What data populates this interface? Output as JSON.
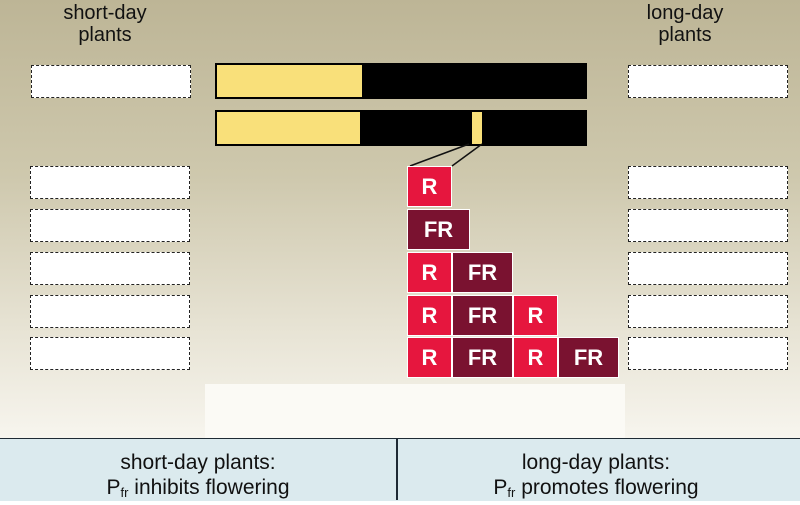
{
  "headers": {
    "left": "short-day\nplants",
    "right": "long-day\nplants"
  },
  "colors": {
    "light": "#f9e07a",
    "dark": "#000000",
    "R": "#e6163e",
    "FR": "#7a1230"
  },
  "pulse_labels": {
    "R": "R",
    "FR": "FR"
  },
  "pulse_rows": [
    [
      "R"
    ],
    [
      "FR"
    ],
    [
      "R",
      "FR"
    ],
    [
      "R",
      "FR",
      "R"
    ],
    [
      "R",
      "FR",
      "R",
      "FR"
    ]
  ],
  "captions": {
    "left": {
      "line1": "short-day plants:",
      "pfr_main": "P",
      "pfr_sub": "fr",
      "rest": " inhibits flowering"
    },
    "right": {
      "line1": "long-day plants:",
      "pfr_main": "P",
      "pfr_sub": "fr",
      "rest": " promotes flowering"
    }
  }
}
